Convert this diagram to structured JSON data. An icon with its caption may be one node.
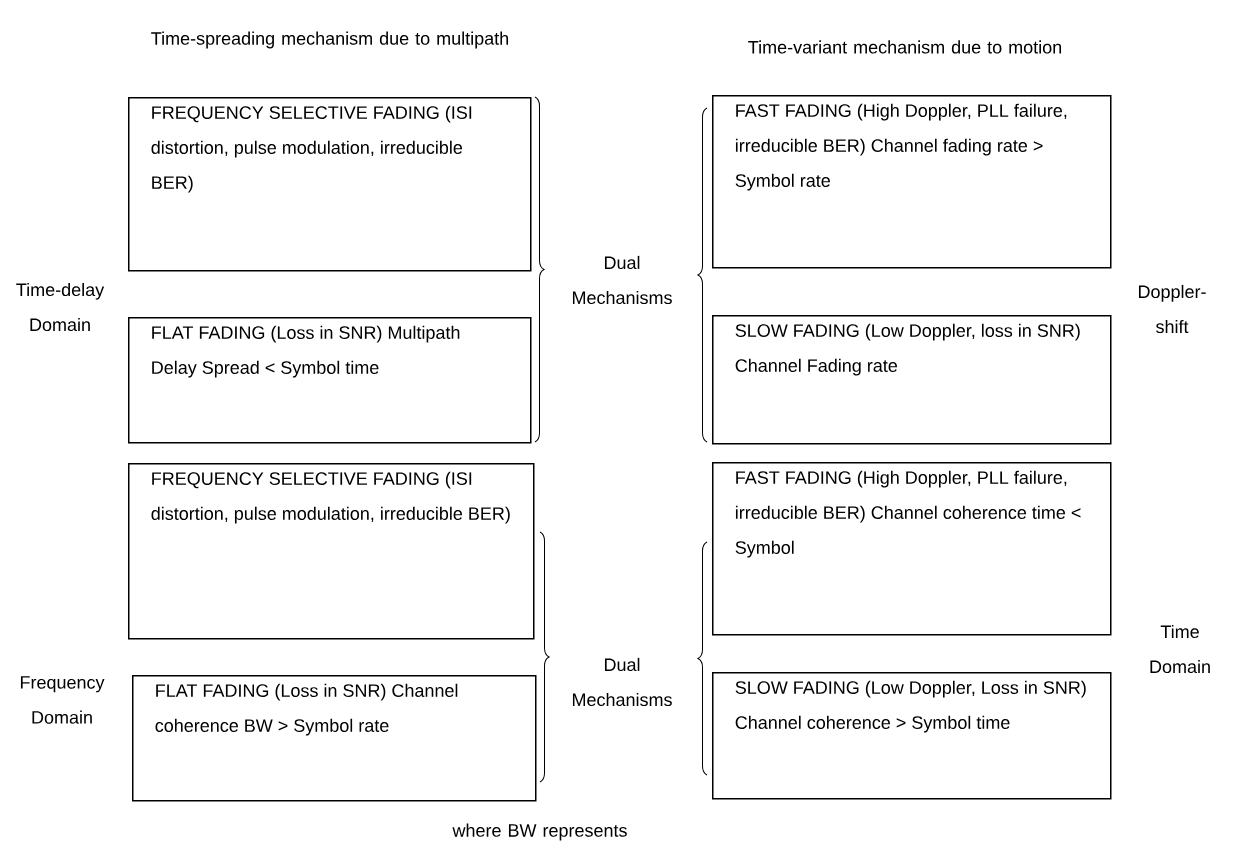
{
  "diagram": {
    "nodes": [
      {
        "text": [
          "FREQUENCY SELECTIVE FADING (ISI distortion, pulse modulation, irreducible BER)"
        ]
      },
      {
        "text": [
          "FLAT FADING (Loss in SNR) Multipath Delay Spread < Symbol time"
        ]
      },
      {
        "text": [
          "FAST FADING (High Doppler, PLL failure, irreducible BER) Channel fading rate > Symbol rate"
        ]
      },
      {
        "text": [
          "SLOW FADING (Low Doppler, loss in SNR) Channel Fading rate"
        ]
      },
      {
        "text": [
          "FREQUENCY SELECTIVE FADING (ISI distortion, pulse modulation, irreducible BER)"
        ]
      },
      {
        "text": [
          "FLAT FADING (Loss in SNR) Channel coherence BW > Symbol rate"
        ]
      },
      {
        "text": [
          "FAST FADING (High Doppler, PLL failure, irreducible BER) Channel coherence time < Symbol"
        ]
      },
      {
        "text": [
          "SLOW FADING (Low Doppler, Loss in SNR) Channel coherence > Symbol time"
        ]
      }
    ],
    "edges": [],
    "labels": [
      "Time-spreading mechanism due to multipath",
      "Time-variant mechanism due to motion",
      "Dual Mechanisms",
      "Time-delay Domain",
      "Doppler-shift",
      "Dual Mechanisms",
      "Time Domain",
      "Frequency Domain",
      "where BW represents"
    ]
  }
}
